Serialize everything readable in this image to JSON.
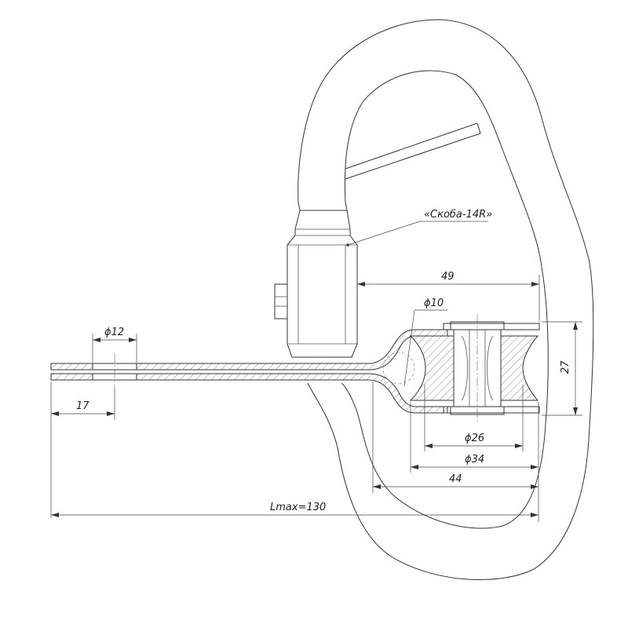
{
  "labels": {
    "part_name": "«Скоба-14R»",
    "dim_49": "49",
    "dim_phi10": "ϕ10",
    "dim_phi12": "ϕ12",
    "dim_27": "27",
    "dim_17": "17",
    "dim_phi26": "ϕ26",
    "dim_phi34": "ϕ34",
    "dim_44": "44",
    "dim_lmax": "Lmax=130"
  }
}
